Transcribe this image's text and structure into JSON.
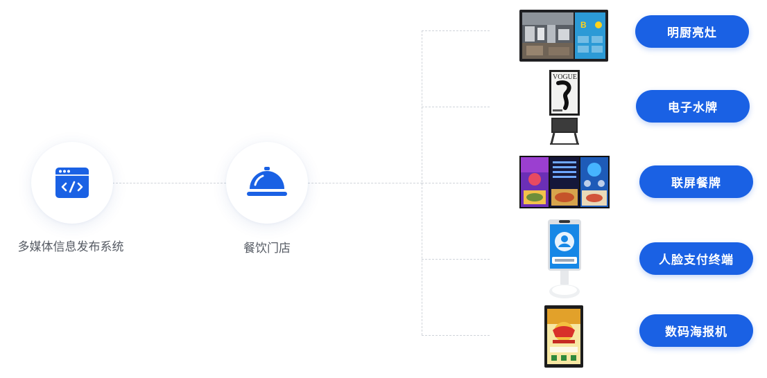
{
  "colors": {
    "accent": "#1a61e4",
    "connector": "#cfd3d9",
    "label": "#555a63"
  },
  "nodes": [
    {
      "label": "多媒体信息发布系统",
      "icon": "code-window-icon"
    },
    {
      "label": "餐饮门店",
      "icon": "food-cloche-icon"
    }
  ],
  "outputs": [
    {
      "label": "明厨亮灶",
      "device": "kitchen-tv-screen"
    },
    {
      "label": "电子水牌",
      "device": "vertical-signage-stand"
    },
    {
      "label": "联屏餐牌",
      "device": "triple-menu-board"
    },
    {
      "label": "人脸支付终端",
      "device": "face-payment-kiosk"
    },
    {
      "label": "数码海报机",
      "device": "digital-poster-display"
    }
  ]
}
